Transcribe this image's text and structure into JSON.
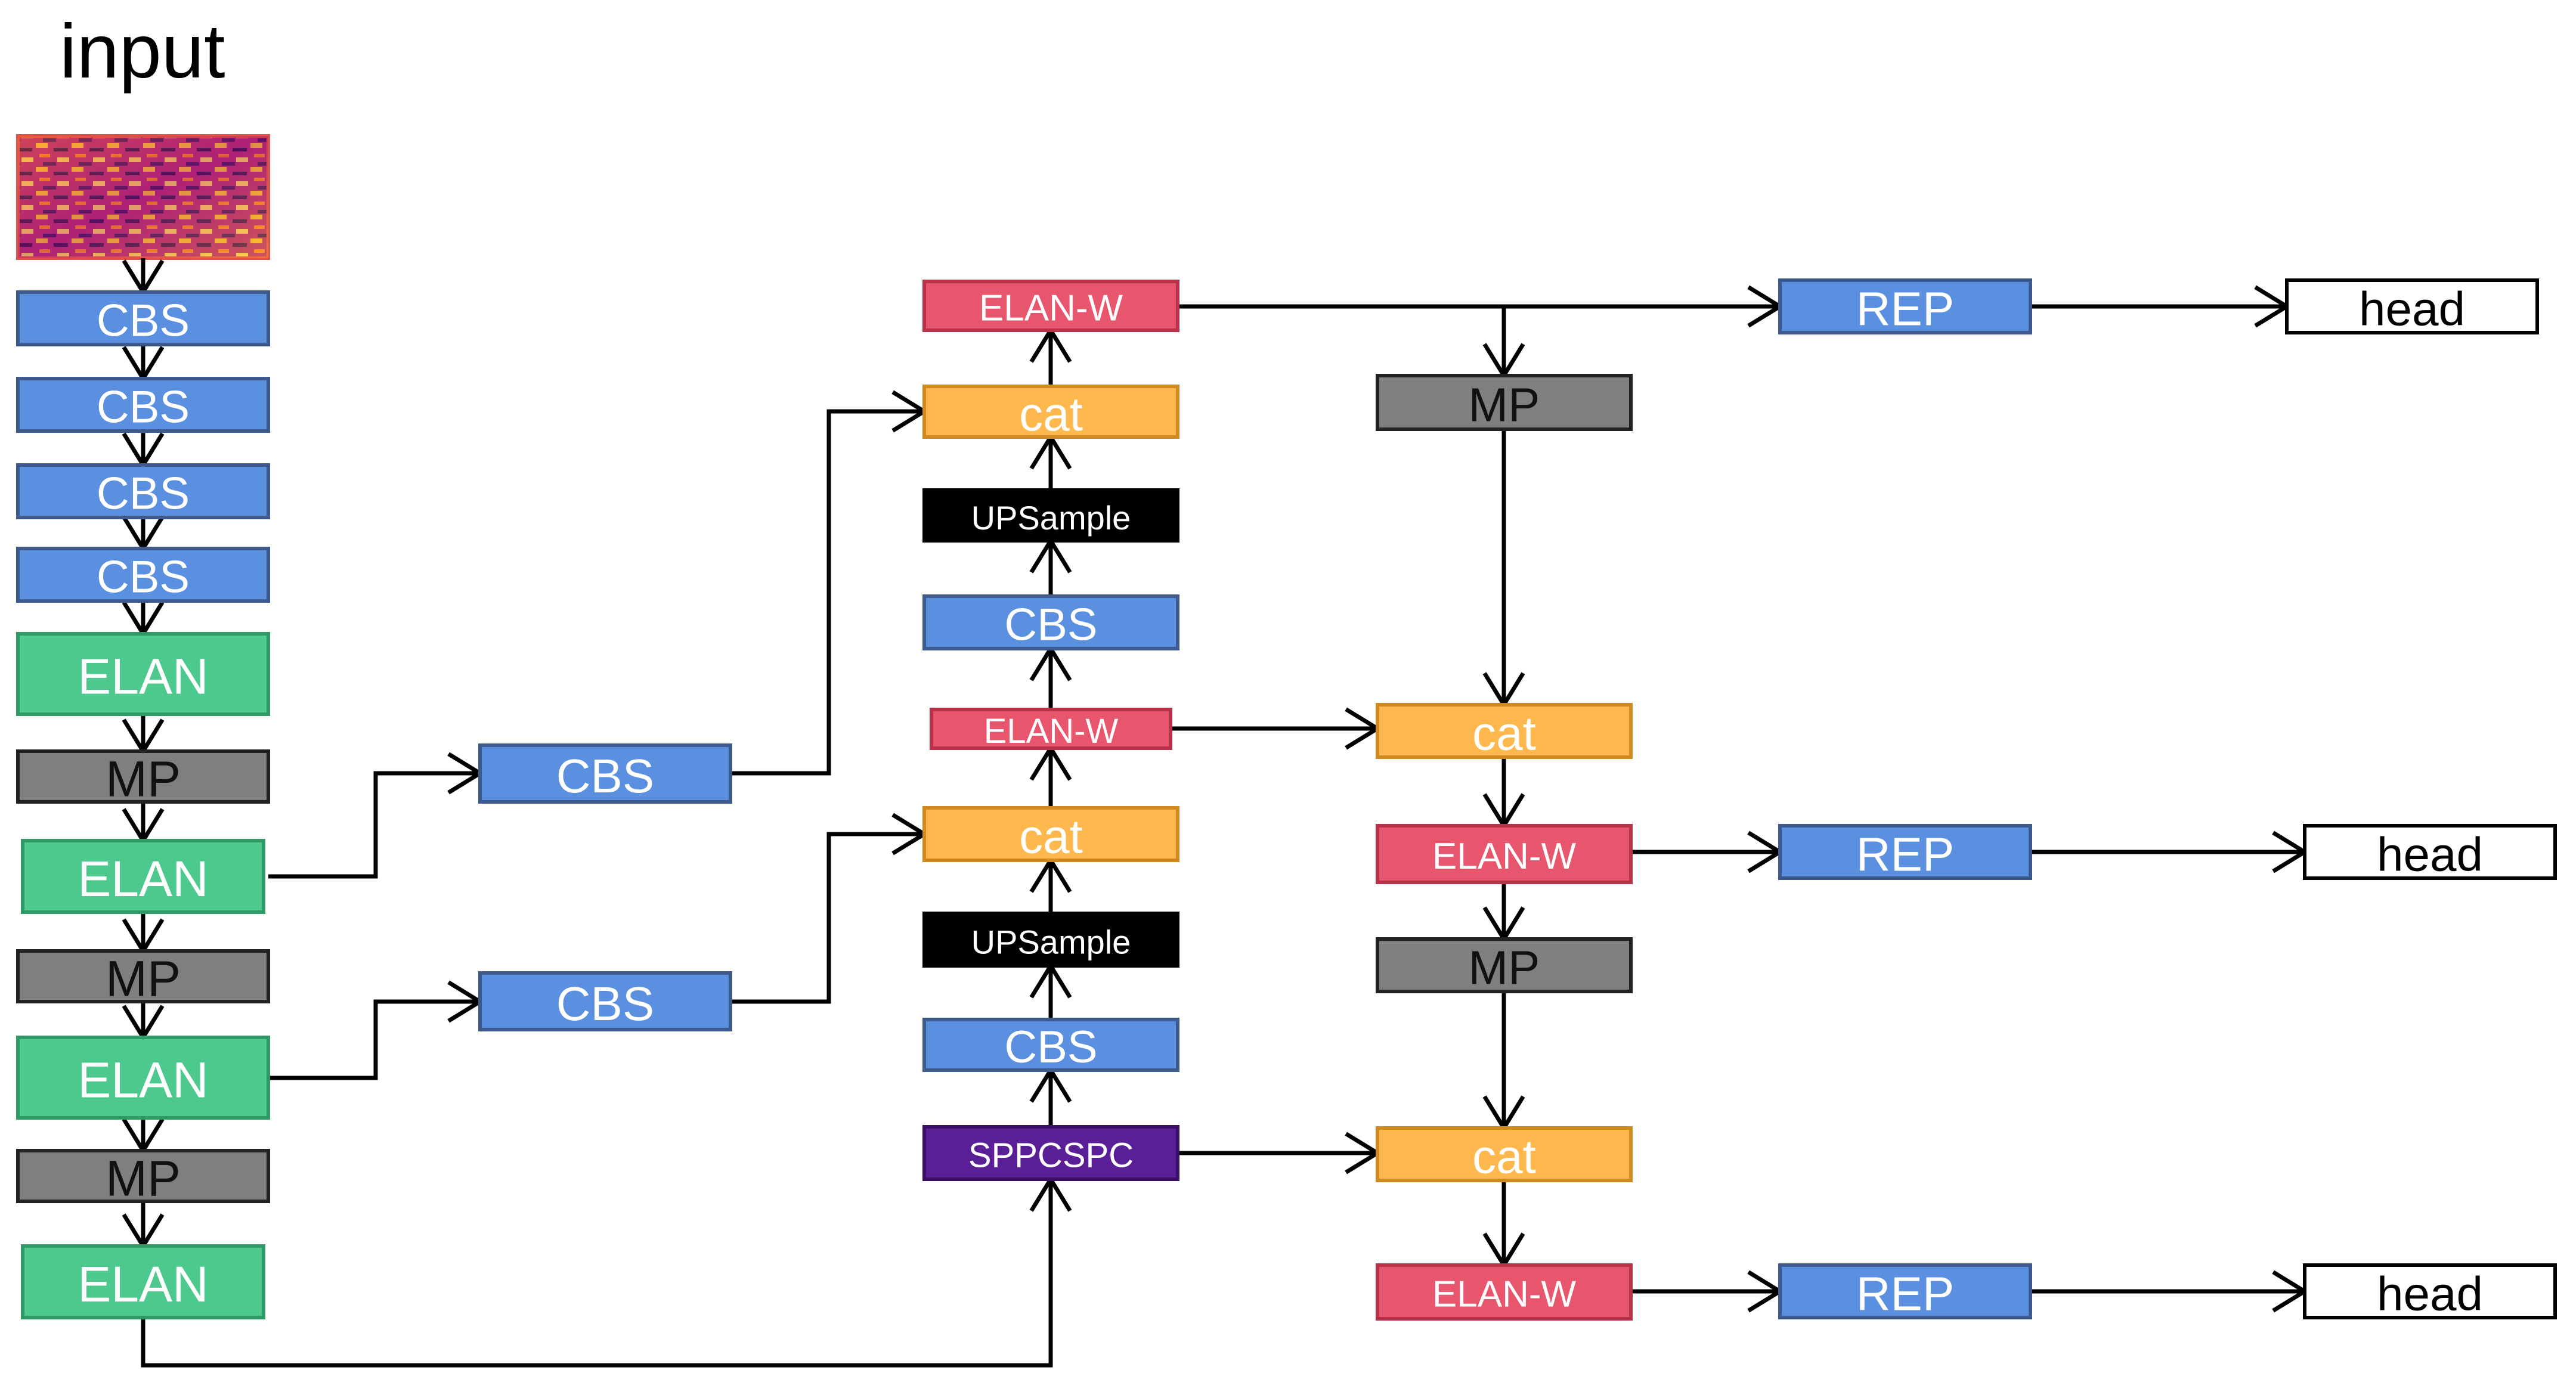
{
  "title": "input",
  "colors": {
    "cbs": "#5b8fe0",
    "elan": "#4ec98e",
    "mp": "#7f7f7f",
    "cat": "#ffb84d",
    "elan_w": "#e8566e",
    "upsample": "#000000",
    "sppcspc": "#5a1f96",
    "rep": "#5b8fe0",
    "head": "#ffffff",
    "border": "#3e5a8c",
    "arrow": "#000000"
  },
  "backbone": [
    "CBS",
    "CBS",
    "CBS",
    "CBS",
    "ELAN",
    "MP",
    "ELAN",
    "MP",
    "ELAN",
    "MP",
    "ELAN"
  ],
  "lateral": [
    "CBS",
    "CBS"
  ],
  "neck_up": {
    "top_elan_w": "ELAN-W",
    "top_cat": "cat",
    "top_upsample": "UPSample",
    "top_cbs": "CBS",
    "mid_elan_w": "ELAN-W",
    "mid_cat": "cat",
    "mid_upsample": "UPSample",
    "mid_cbs": "CBS",
    "sppcspc": "SPPCSPC"
  },
  "neck_down": {
    "mp_1": "MP",
    "cat_1": "cat",
    "elan_w_1": "ELAN-W",
    "mp_2": "MP",
    "cat_2": "cat",
    "elan_w_2": "ELAN-W"
  },
  "outputs": [
    {
      "rep": "REP",
      "head": "head"
    },
    {
      "rep": "REP",
      "head": "head"
    },
    {
      "rep": "REP",
      "head": "head"
    }
  ]
}
